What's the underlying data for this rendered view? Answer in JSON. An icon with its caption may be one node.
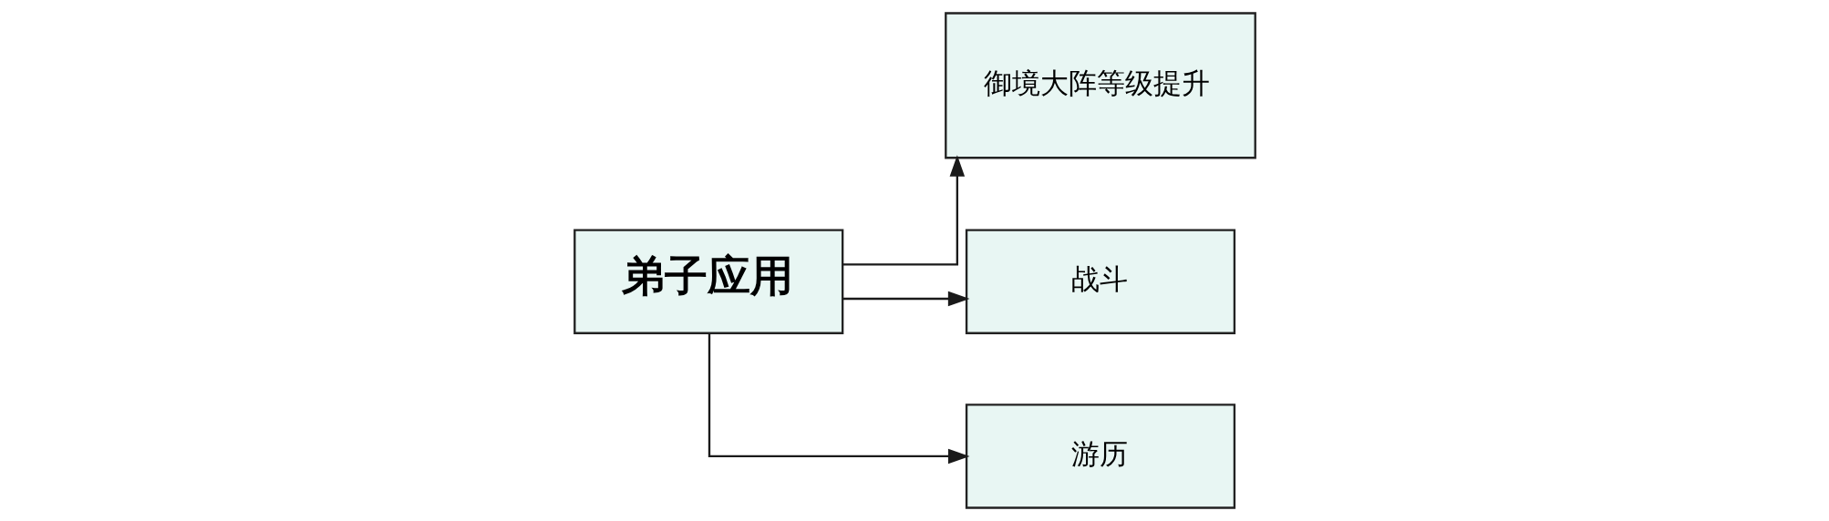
{
  "diagram": {
    "nodes": [
      {
        "text": [
          "弟子应用"
        ]
      },
      {
        "text": [
          "御境大阵等级提升"
        ]
      },
      {
        "text": [
          "战斗"
        ]
      },
      {
        "text": [
          "游历"
        ]
      }
    ],
    "edges": [
      {
        "from": 0,
        "to": 1,
        "arrow": "to"
      },
      {
        "from": 0,
        "to": 2,
        "arrow": "to"
      },
      {
        "from": 0,
        "to": 3,
        "arrow": "to"
      }
    ]
  }
}
